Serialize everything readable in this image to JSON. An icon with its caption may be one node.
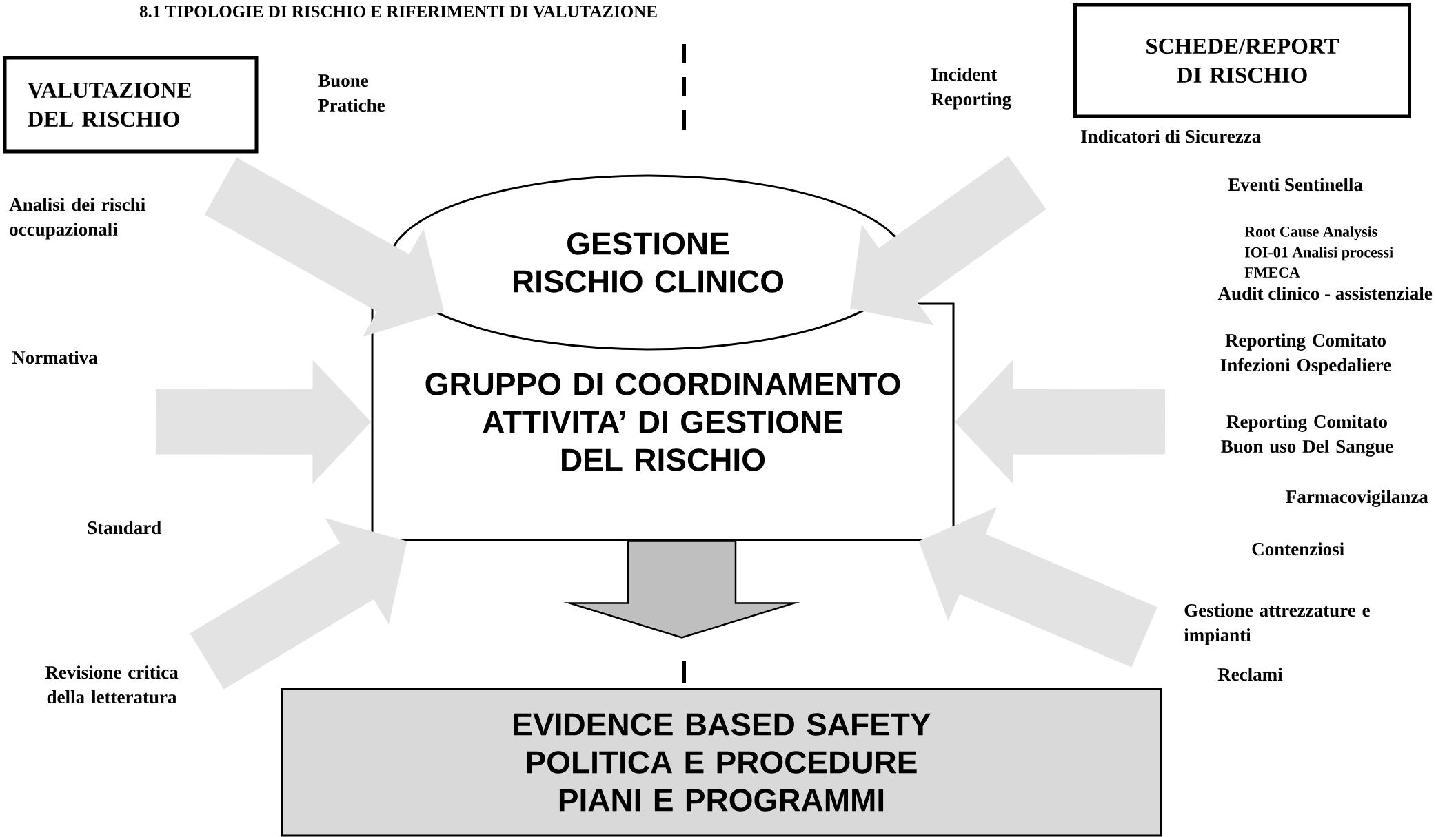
{
  "diagram": {
    "title": "8.1 TIPOLOGIE DI RISCHIO E RIFERIMENTI DI VALUTAZIONE",
    "nodes": [
      {
        "text": [
          "VALUTAZIONE DEL RISCHIO"
        ]
      },
      {
        "text": [
          "SCHEDE/REPORT DI RISCHIO"
        ]
      },
      {
        "text": [
          "GESTIONE RISCHIO CLINICO"
        ]
      },
      {
        "text": [
          "GRUPPO DI COORDINAMENTO ATTIVITA’ DI GESTIONE DEL RISCHIO"
        ]
      },
      {
        "text": [
          "EVIDENCE BASED SAFETY POLITICA E PROCEDURE PIANI E PROGRAMMI"
        ]
      }
    ],
    "edges": [
      {
        "from": null,
        "to": 2,
        "arrow": "to"
      },
      {
        "from": null,
        "to": 3,
        "arrow": "to"
      },
      {
        "from": null,
        "to": 3,
        "arrow": "to"
      },
      {
        "from": null,
        "to": 2,
        "arrow": "to"
      },
      {
        "from": null,
        "to": 3,
        "arrow": "to"
      },
      {
        "from": null,
        "to": 3,
        "arrow": "to"
      },
      {
        "from": 3,
        "to": 4,
        "arrow": "to",
        "color": "#bfbfbf"
      }
    ],
    "labels": [
      "Buone Pratiche",
      "Incident Reporting",
      "Indicatori di Sicurezza",
      "Analisi dei rischi occupazionali",
      "Eventi Sentinella",
      "Root Cause Analysis",
      "IOI-01 Analisi processi",
      "FMECA",
      "Audit clinico - assistenziale",
      "Normativa",
      "Reporting Comitato Infezioni Ospedaliere",
      "Reporting Comitato Buon uso Del Sangue",
      "Farmacovigilanza",
      "Standard",
      "Contenziosi",
      "Gestione attrezzature e impianti",
      "Revisione critica della letteratura",
      "Reclami"
    ]
  }
}
